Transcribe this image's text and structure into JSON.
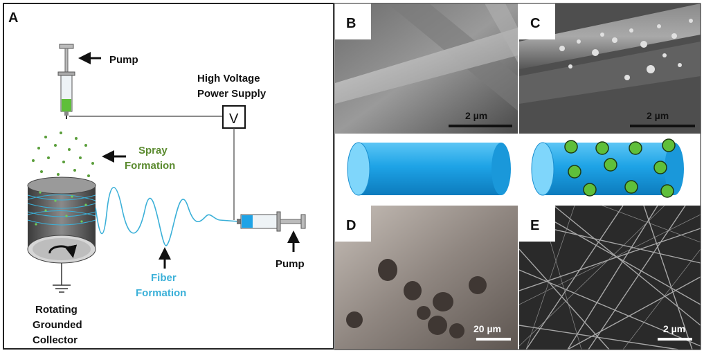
{
  "panel_a": {
    "letter": "A",
    "pump_top": "Pump",
    "hv_line1": "High Voltage",
    "hv_line2": "Power Supply",
    "voltage_symbol": "V",
    "spray_line1": "Spray",
    "spray_line2": "Formation",
    "fiber_line1": "Fiber",
    "fiber_line2": "Formation",
    "pump_right": "Pump",
    "collector_line1": "Rotating",
    "collector_line2": "Grounded",
    "collector_line3": "Collector"
  },
  "panel_b": {
    "letter": "B",
    "scale_bar": "2 µm"
  },
  "panel_c": {
    "letter": "C",
    "scale_bar": "2 µm"
  },
  "panel_d": {
    "letter": "D",
    "scale_bar": "20 µm"
  },
  "panel_e": {
    "letter": "E",
    "scale_bar": "2 µm"
  },
  "colors": {
    "spray_green": "#5a8a2e",
    "fiber_blue": "#3bb0d8",
    "cylinder_blue": "#1ea3e6"
  },
  "icons": [
    "syringe-icon",
    "arrow-icon",
    "voltage-box-icon",
    "ground-icon",
    "rotation-arrow-icon"
  ]
}
